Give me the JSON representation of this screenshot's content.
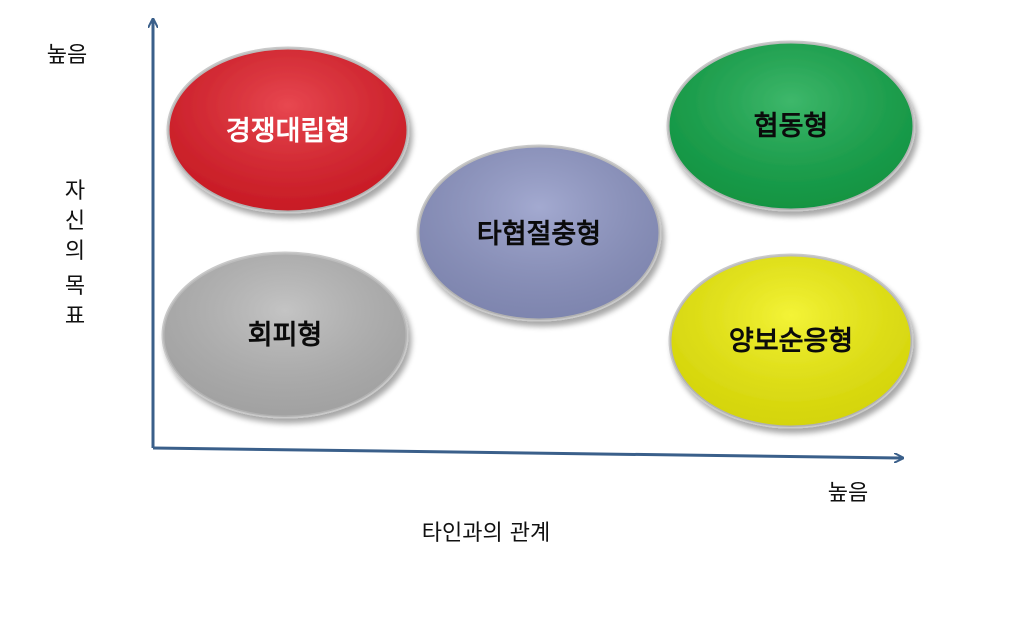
{
  "axes": {
    "y_high_label": "높음",
    "y_axis_label": [
      "자",
      "신",
      "의",
      "목",
      "표"
    ],
    "x_high_label": "높음",
    "x_axis_label": "타인과의 관계",
    "axis_color": "#3a5f8a"
  },
  "styles": [
    {
      "id": "competing",
      "label": "경쟁대립형",
      "fill": "#e31f2a",
      "text_color": "#ffffff"
    },
    {
      "id": "collaborating",
      "label": "협동형",
      "fill": "#13a84a",
      "text_color": "#0b0b0b"
    },
    {
      "id": "compromising",
      "label": "타협절충형",
      "fill": "#8f97c6",
      "text_color": "#0b0b0b"
    },
    {
      "id": "avoiding",
      "label": "회피형",
      "fill": "#b7b7b7",
      "text_color": "#0b0b0b"
    },
    {
      "id": "accommodating",
      "label": "양보순응형",
      "fill": "#f1f10b",
      "text_color": "#0b0b0b"
    }
  ]
}
